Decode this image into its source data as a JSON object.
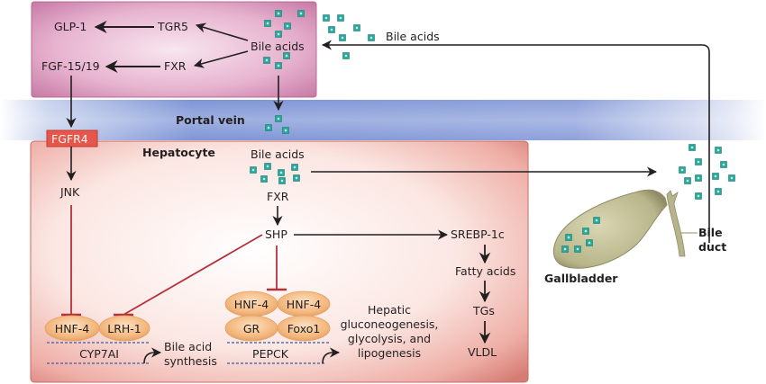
{
  "regions": {
    "intestine": {
      "color": "#d78fb8"
    },
    "portal_vein": {
      "label": "Portal vein",
      "color": "#7f97d6"
    },
    "hepatocyte": {
      "label": "Hepatocyte",
      "color": "#e79a92"
    },
    "gallbladder": {
      "label": "Gallbladder",
      "color": "#b7b48c"
    },
    "bile_duct": {
      "label_line1": "Bile",
      "label_line2": "duct"
    }
  },
  "intestine_nodes": {
    "glp1": "GLP-1",
    "tgr5": "TGR5",
    "bile_acids": "Bile acids",
    "fgf": "FGF-15/19",
    "fxr": "FXR"
  },
  "external": {
    "bile_acids_return": "Bile acids"
  },
  "hepatocyte_nodes": {
    "fgfr4": "FGFR4",
    "jnk": "JNK",
    "bile_acids": "Bile acids",
    "fxr": "FXR",
    "shp": "SHP",
    "srebp": "SREBP-1c",
    "fatty_acids": "Fatty acids",
    "tgs": "TGs",
    "vldl": "VLDL"
  },
  "complexes": {
    "cyp": {
      "proteins": [
        "HNF-4",
        "LRH-1"
      ],
      "gene": "CYP7AI",
      "outcome_line1": "Bile acid",
      "outcome_line2": "synthesis"
    },
    "pepck": {
      "proteins": [
        "HNF-4",
        "HNF-4",
        "GR",
        "Foxo1"
      ],
      "gene": "PEPCK",
      "outcome_line1": "Hepatic",
      "outcome_line2": "gluconeogenesis,",
      "outcome_line3": "glycolysis, and",
      "outcome_line4": "lipogenesis"
    }
  },
  "colors": {
    "activation_arrow": "#231f20",
    "inhibition": "#b5303b",
    "bile_acid_square": "#2aa69a",
    "protein_fill": "#f2b77e",
    "fgfr4_fill": "#e5574b",
    "dna_dash": "#5a6fa8"
  }
}
